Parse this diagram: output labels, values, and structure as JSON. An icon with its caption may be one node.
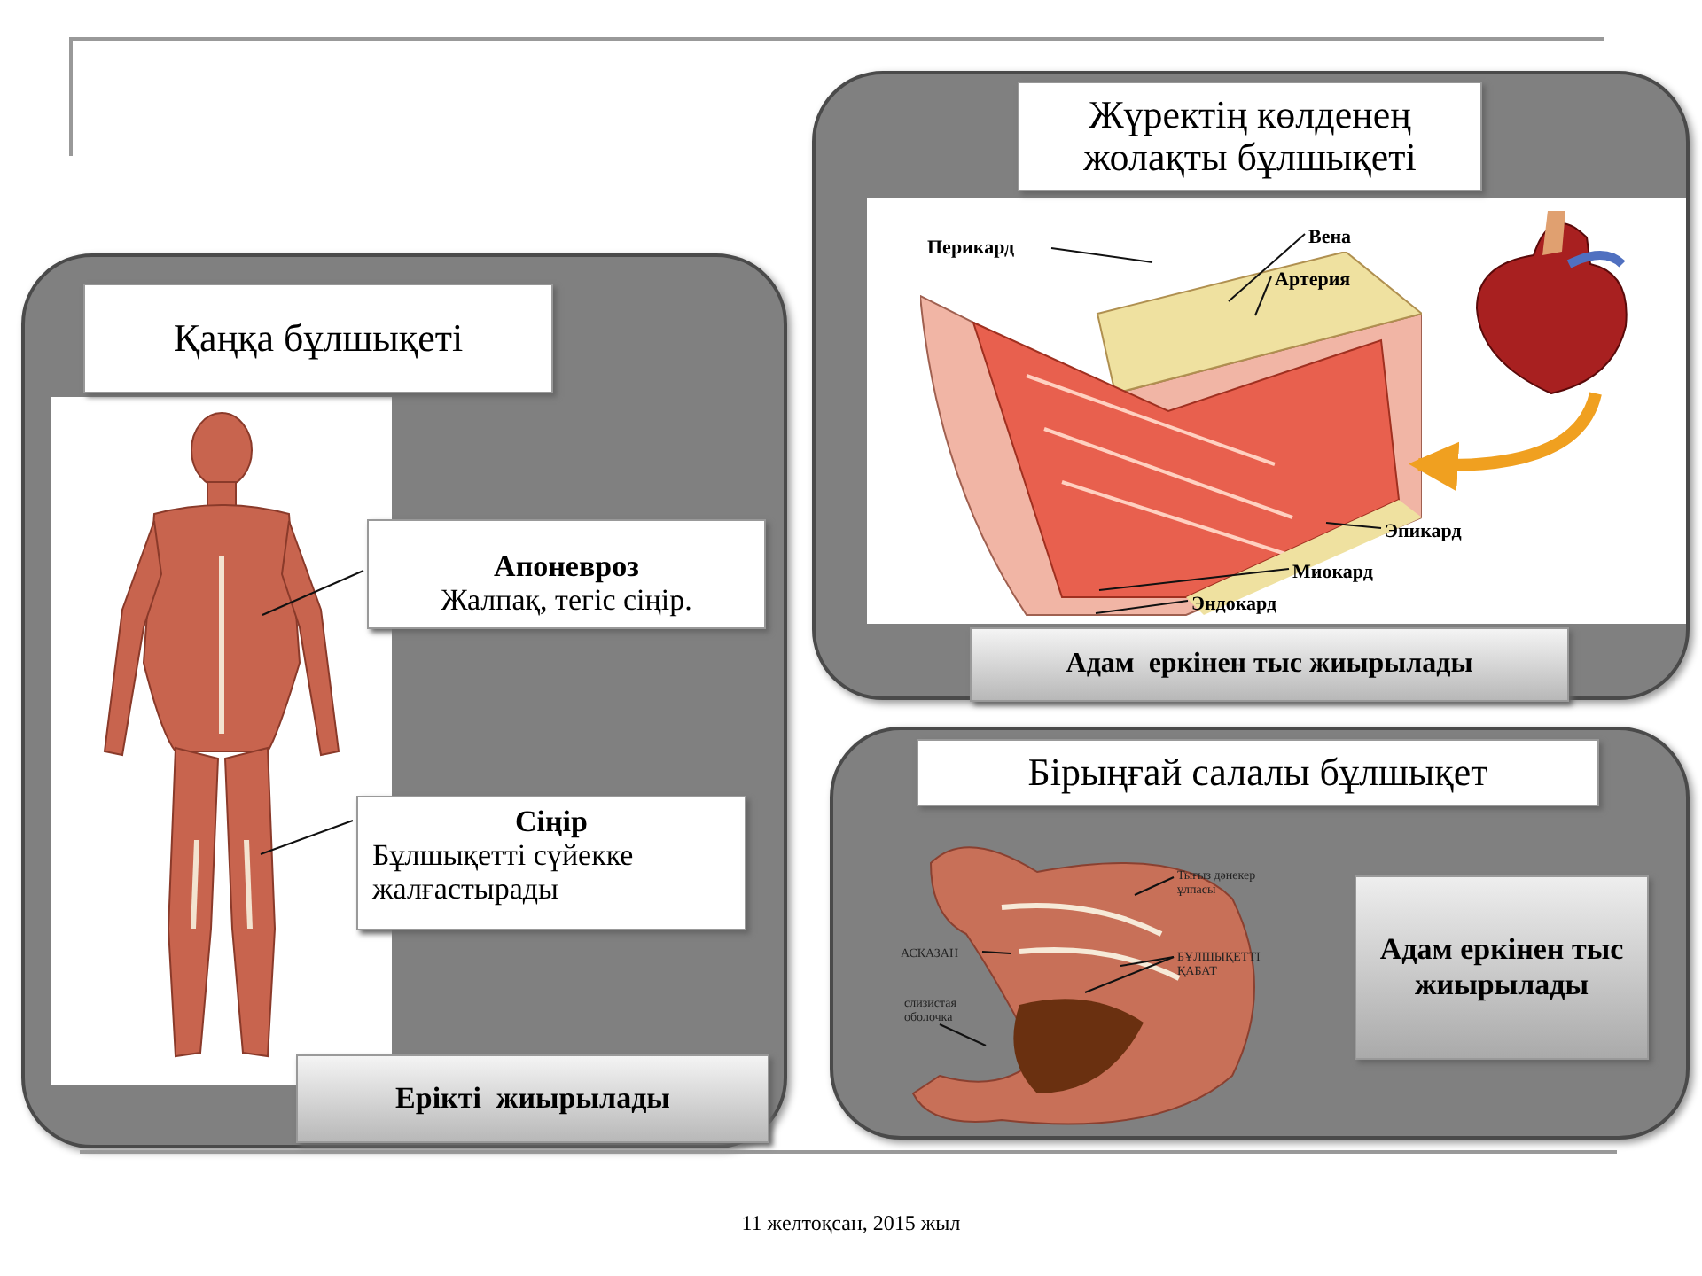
{
  "diagram": {
    "nodes": [
      {
        "text": [],
        "shape": "box"
      },
      {
        "text": [
          "Қаңқа бұлшықеті"
        ],
        "in": 0
      },
      {
        "text": [],
        "shape": "picture",
        "in": 0
      },
      {
        "text": [
          "Апоневроз",
          "Жалпақ, тегіс сіңір."
        ],
        "in": 0
      },
      {
        "text": [
          "Сіңір",
          "Бұлшықетті сүйекке жалғастырады"
        ],
        "in": 0
      },
      {
        "text": [
          "Ерікті  жиырылады"
        ],
        "in": 0
      },
      {
        "text": [],
        "shape": "box"
      },
      {
        "text": [
          "Жүректің көлденең жолақты бұлшықеті"
        ],
        "in": 6
      },
      {
        "text": [],
        "shape": "picture",
        "in": 6
      },
      {
        "text": [],
        "shape": "picture",
        "in": 8
      },
      {
        "text": [
          "Перикард"
        ],
        "in": 8
      },
      {
        "text": [
          "Вена"
        ],
        "in": 8
      },
      {
        "text": [
          "Артерия"
        ],
        "in": 8
      },
      {
        "text": [
          "Эпикард"
        ],
        "in": 8
      },
      {
        "text": [
          "Миокард"
        ],
        "in": 8
      },
      {
        "text": [
          "Эндокард"
        ],
        "in": 8
      },
      {
        "text": [],
        "shape": "picture",
        "in": 8
      },
      {
        "text": [
          "Адам  еркінен тыс жиырылады"
        ],
        "in": 6
      },
      {
        "text": [],
        "shape": "box"
      },
      {
        "text": [
          "Бірыңғай салалы бұлшықет"
        ],
        "in": 18
      },
      {
        "text": [],
        "shape": "picture",
        "in": 18
      },
      {
        "text": [
          "Тығыз дәнекер ұлпасы"
        ],
        "in": 20
      },
      {
        "text": [
          "АСҚАЗАН"
        ],
        "in": 20
      },
      {
        "text": [
          "БҰЛШЫҚЕТТІ ҚАБАТ"
        ],
        "in": 20
      },
      {
        "text": [
          "слизистая оболочка"
        ],
        "in": 20
      },
      {
        "text": [
          "Адам еркінен тыс жиырылады"
        ],
        "in": 18
      }
    ],
    "edges": [
      {
        "from": 3,
        "to": 2,
        "arrow": "none"
      },
      {
        "from": 4,
        "to": 2,
        "arrow": "none"
      },
      {
        "from": 10,
        "to": 9,
        "arrow": "none"
      },
      {
        "from": 11,
        "to": 9,
        "arrow": "none"
      },
      {
        "from": 12,
        "to": 9,
        "arrow": "none"
      },
      {
        "from": 13,
        "to": 9,
        "arrow": "none"
      },
      {
        "from": 14,
        "to": 9,
        "arrow": "none"
      },
      {
        "from": 15,
        "to": 9,
        "arrow": "none"
      },
      {
        "from": 16,
        "to": 9,
        "arrow": "to",
        "style": "thick",
        "color": "#f0a020"
      },
      {
        "from": 21,
        "to": null,
        "arrow": "none"
      },
      {
        "from": 22,
        "to": null,
        "arrow": "none"
      },
      {
        "from": 23,
        "to": null,
        "arrow": "none"
      },
      {
        "from": 23,
        "to": null,
        "arrow": "none"
      },
      {
        "from": 24,
        "to": null,
        "arrow": "none"
      }
    ],
    "labels": [
      "11 желтоқсан, 2015 жыл"
    ]
  }
}
